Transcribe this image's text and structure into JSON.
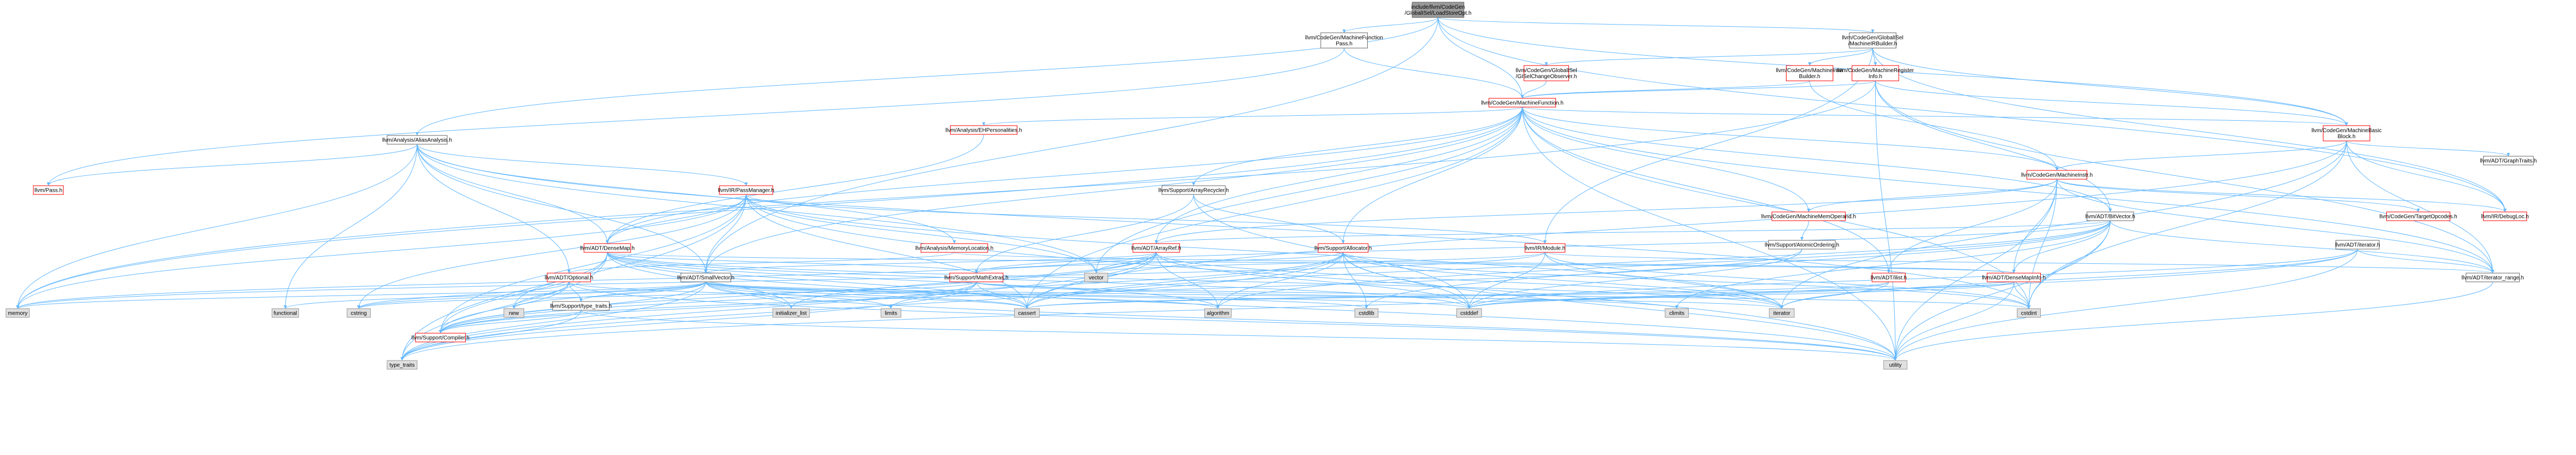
{
  "diagram": {
    "type": "include-dependency-graph",
    "colors": {
      "edge": "#63b8ff",
      "root_fill": "#999999",
      "red_border": "#ff0000",
      "gray_fill": "#e0e0e0",
      "normal_border": "#666666"
    },
    "nodes": [
      {
        "id": "root",
        "lines": [
          "include/llvm/CodeGen",
          "/GlobalISel/LoadStoreOpt.h"
        ],
        "style": "root"
      },
      {
        "id": "mfpass",
        "lines": [
          "llvm/CodeGen/MachineFunction",
          "Pass.h"
        ],
        "style": "normal"
      },
      {
        "id": "mirbuilder_gisel",
        "lines": [
          "llvm/CodeGen/GlobalISel",
          "/MachineIRBuilder.h"
        ],
        "style": "normal"
      },
      {
        "id": "giselchange",
        "lines": [
          "llvm/CodeGen/GlobalISel",
          "/GISelChangeObserver.h"
        ],
        "style": "red"
      },
      {
        "id": "machineinstrbuilder",
        "lines": [
          "llvm/CodeGen/MachineInstr",
          "Builder.h"
        ],
        "style": "red"
      },
      {
        "id": "machinereginfo",
        "lines": [
          "llvm/CodeGen/MachineRegister",
          "Info.h"
        ],
        "style": "red"
      },
      {
        "id": "machinefunction",
        "lines": [
          "llvm/CodeGen/MachineFunction.h"
        ],
        "style": "red"
      },
      {
        "id": "aliasanalysis",
        "lines": [
          "llvm/Analysis/AliasAnalysis.h"
        ],
        "style": "normal"
      },
      {
        "id": "ehpersonalities",
        "lines": [
          "llvm/Analysis/EHPersonalities.h"
        ],
        "style": "red"
      },
      {
        "id": "machinebasicblock",
        "lines": [
          "llvm/CodeGen/MachineBasic",
          "Block.h"
        ],
        "style": "red"
      },
      {
        "id": "graphtraits",
        "lines": [
          "llvm/ADT/GraphTraits.h"
        ],
        "style": "normal"
      },
      {
        "id": "machineinstr",
        "lines": [
          "llvm/CodeGen/MachineInstr.h"
        ],
        "style": "red"
      },
      {
        "id": "pass",
        "lines": [
          "llvm/Pass.h"
        ],
        "style": "red"
      },
      {
        "id": "passmanager",
        "lines": [
          "llvm/IR/PassManager.h"
        ],
        "style": "red"
      },
      {
        "id": "arrayrecycler",
        "lines": [
          "llvm/Support/ArrayRecycler.h"
        ],
        "style": "normal"
      },
      {
        "id": "machinememoperand",
        "lines": [
          "llvm/CodeGen/MachineMemOperand.h"
        ],
        "style": "red"
      },
      {
        "id": "bitvector",
        "lines": [
          "llvm/ADT/BitVector.h"
        ],
        "style": "normal"
      },
      {
        "id": "targetopcodes",
        "lines": [
          "llvm/CodeGen/TargetOpcodes.h"
        ],
        "style": "red"
      },
      {
        "id": "debugloc",
        "lines": [
          "llvm/IR/DebugLoc.h"
        ],
        "style": "red"
      },
      {
        "id": "atomicordering",
        "lines": [
          "llvm/Support/AtomicOrdering.h"
        ],
        "style": "normal"
      },
      {
        "id": "iterator",
        "lines": [
          "llvm/ADT/iterator.h"
        ],
        "style": "normal"
      },
      {
        "id": "densemap",
        "lines": [
          "llvm/ADT/DenseMap.h"
        ],
        "style": "red"
      },
      {
        "id": "memorylocation",
        "lines": [
          "llvm/Analysis/MemoryLocation.h"
        ],
        "style": "red"
      },
      {
        "id": "arrayref",
        "lines": [
          "llvm/ADT/ArrayRef.h"
        ],
        "style": "red"
      },
      {
        "id": "allocator",
        "lines": [
          "llvm/Support/Allocator.h"
        ],
        "style": "red"
      },
      {
        "id": "module",
        "lines": [
          "llvm/IR/Module.h"
        ],
        "style": "red"
      },
      {
        "id": "ilist",
        "lines": [
          "llvm/ADT/ilist.h"
        ],
        "style": "red"
      },
      {
        "id": "densemapinfo",
        "lines": [
          "llvm/ADT/DenseMapInfo.h"
        ],
        "style": "red"
      },
      {
        "id": "iterator_range",
        "lines": [
          "llvm/ADT/iterator_range.h"
        ],
        "style": "normal"
      },
      {
        "id": "optional",
        "lines": [
          "llvm/ADT/Optional.h"
        ],
        "style": "red"
      },
      {
        "id": "smallvector",
        "lines": [
          "llvm/ADT/SmallVector.h"
        ],
        "style": "normal"
      },
      {
        "id": "mathextras",
        "lines": [
          "llvm/Support/MathExtras.h"
        ],
        "style": "red"
      },
      {
        "id": "vector",
        "lines": [
          "vector"
        ],
        "style": "gray"
      },
      {
        "id": "typetraits_support",
        "lines": [
          "llvm/Support/type_traits.h"
        ],
        "style": "normal"
      },
      {
        "id": "compiler",
        "lines": [
          "llvm/Support/Compiler.h"
        ],
        "style": "red"
      },
      {
        "id": "memory",
        "lines": [
          "memory"
        ],
        "style": "gray"
      },
      {
        "id": "functional",
        "lines": [
          "functional"
        ],
        "style": "gray"
      },
      {
        "id": "cstring",
        "lines": [
          "cstring"
        ],
        "style": "gray"
      },
      {
        "id": "new",
        "lines": [
          "new"
        ],
        "style": "gray"
      },
      {
        "id": "initializer_list",
        "lines": [
          "initializer_list"
        ],
        "style": "gray"
      },
      {
        "id": "limits",
        "lines": [
          "limits"
        ],
        "style": "gray"
      },
      {
        "id": "cassert",
        "lines": [
          "cassert"
        ],
        "style": "gray"
      },
      {
        "id": "algorithm",
        "lines": [
          "algorithm"
        ],
        "style": "gray"
      },
      {
        "id": "cstdlib",
        "lines": [
          "cstdlib"
        ],
        "style": "gray"
      },
      {
        "id": "cstddef",
        "lines": [
          "cstddef"
        ],
        "style": "gray"
      },
      {
        "id": "climits",
        "lines": [
          "climits"
        ],
        "style": "gray"
      },
      {
        "id": "iterator_std",
        "lines": [
          "iterator"
        ],
        "style": "gray"
      },
      {
        "id": "cstdint",
        "lines": [
          "cstdint"
        ],
        "style": "gray"
      },
      {
        "id": "type_traits",
        "lines": [
          "type_traits"
        ],
        "style": "gray"
      },
      {
        "id": "utility",
        "lines": [
          "utility"
        ],
        "style": "gray"
      }
    ],
    "edges": [
      [
        "root",
        "mfpass"
      ],
      [
        "root",
        "mirbuilder_gisel"
      ],
      [
        "root",
        "machinefunction"
      ],
      [
        "root",
        "aliasanalysis"
      ],
      [
        "root",
        "smallvector"
      ],
      [
        "root",
        "debugloc"
      ],
      [
        "root",
        "machinebasicblock"
      ],
      [
        "mfpass",
        "machinefunction"
      ],
      [
        "mfpass",
        "pass"
      ],
      [
        "mirbuilder_gisel",
        "giselchange"
      ],
      [
        "mirbuilder_gisel",
        "machineinstrbuilder"
      ],
      [
        "mirbuilder_gisel",
        "machinereginfo"
      ],
      [
        "mirbuilder_gisel",
        "machinebasicblock"
      ],
      [
        "mirbuilder_gisel",
        "module"
      ],
      [
        "mirbuilder_gisel",
        "debugloc"
      ],
      [
        "giselchange",
        "machinefunction"
      ],
      [
        "machineinstrbuilder",
        "machinefunction"
      ],
      [
        "machineinstrbuilder",
        "machineinstr"
      ],
      [
        "machinereginfo",
        "machinefunction"
      ],
      [
        "machinereginfo",
        "machinebasicblock"
      ],
      [
        "machinereginfo",
        "bitvector"
      ],
      [
        "machinereginfo",
        "iterator_range"
      ],
      [
        "machinereginfo",
        "memory"
      ],
      [
        "machinereginfo",
        "utility"
      ],
      [
        "machinefunction",
        "ehpersonalities"
      ],
      [
        "machinefunction",
        "machinebasicblock"
      ],
      [
        "machinefunction",
        "machineinstr"
      ],
      [
        "machinefunction",
        "arrayrecycler"
      ],
      [
        "machinefunction",
        "machinememoperand"
      ],
      [
        "machinefunction",
        "bitvector"
      ],
      [
        "machinefunction",
        "densemap"
      ],
      [
        "machinefunction",
        "arrayref"
      ],
      [
        "machinefunction",
        "allocator"
      ],
      [
        "machinefunction",
        "ilist"
      ],
      [
        "machinefunction",
        "iterator_range"
      ],
      [
        "machinefunction",
        "smallvector"
      ],
      [
        "machinefunction",
        "vector"
      ],
      [
        "machinefunction",
        "cassert"
      ],
      [
        "machinefunction",
        "cstdint"
      ],
      [
        "machinefunction",
        "memory"
      ],
      [
        "machinefunction",
        "utility"
      ],
      [
        "aliasanalysis",
        "pass"
      ],
      [
        "aliasanalysis",
        "passmanager"
      ],
      [
        "aliasanalysis",
        "memorylocation"
      ],
      [
        "aliasanalysis",
        "densemap"
      ],
      [
        "aliasanalysis",
        "optional"
      ],
      [
        "aliasanalysis",
        "smallvector"
      ],
      [
        "aliasanalysis",
        "cstdint"
      ],
      [
        "aliasanalysis",
        "functional"
      ],
      [
        "aliasanalysis",
        "memory"
      ],
      [
        "aliasanalysis",
        "vector"
      ],
      [
        "ehpersonalities",
        "densemap"
      ],
      [
        "machinebasicblock",
        "graphtraits"
      ],
      [
        "machinebasicblock",
        "machineinstr"
      ],
      [
        "machinebasicblock",
        "debugloc"
      ],
      [
        "machinebasicblock",
        "iterator_range"
      ],
      [
        "machinebasicblock",
        "cassert"
      ],
      [
        "machinebasicblock",
        "cstdint"
      ],
      [
        "machinebasicblock",
        "iterator_std"
      ],
      [
        "machinebasicblock",
        "string"
      ],
      [
        "machineinstr",
        "machinememoperand"
      ],
      [
        "machineinstr",
        "targetopcodes"
      ],
      [
        "machineinstr",
        "debugloc"
      ],
      [
        "machineinstr",
        "densemapinfo"
      ],
      [
        "machineinstr",
        "arrayref"
      ],
      [
        "machineinstr",
        "ilist"
      ],
      [
        "machineinstr",
        "iterator_range"
      ],
      [
        "machineinstr",
        "cstdint"
      ],
      [
        "machineinstr",
        "utility"
      ],
      [
        "passmanager",
        "densemap"
      ],
      [
        "passmanager",
        "smallvector"
      ],
      [
        "passmanager",
        "module"
      ],
      [
        "passmanager",
        "compiler"
      ],
      [
        "passmanager",
        "type_traits"
      ],
      [
        "passmanager",
        "cassert"
      ],
      [
        "passmanager",
        "cstring"
      ],
      [
        "passmanager",
        "iterator_std"
      ],
      [
        "passmanager",
        "list"
      ],
      [
        "passmanager",
        "memory"
      ],
      [
        "passmanager",
        "vector"
      ],
      [
        "passmanager",
        "utility"
      ],
      [
        "arrayrecycler",
        "allocator"
      ],
      [
        "arrayrecycler",
        "mathextras"
      ],
      [
        "arrayrecycler",
        "cstddef"
      ],
      [
        "machinememoperand",
        "atomicordering"
      ],
      [
        "atomicordering",
        "compiler"
      ],
      [
        "atomicordering",
        "cstddef"
      ],
      [
        "bitvector",
        "arrayref"
      ],
      [
        "bitvector",
        "densemapinfo"
      ],
      [
        "bitvector",
        "iterator_range"
      ],
      [
        "bitvector",
        "mathextras"
      ],
      [
        "bitvector",
        "algorithm"
      ],
      [
        "bitvector",
        "cassert"
      ],
      [
        "bitvector",
        "climits"
      ],
      [
        "bitvector",
        "cstdint"
      ],
      [
        "bitvector",
        "cstdlib"
      ],
      [
        "bitvector",
        "utility"
      ],
      [
        "iterator",
        "iterator_range"
      ],
      [
        "iterator",
        "cstddef"
      ],
      [
        "iterator",
        "iterator_std"
      ],
      [
        "iterator",
        "type_traits"
      ],
      [
        "iterator",
        "utility"
      ],
      [
        "densemap",
        "densemapinfo"
      ],
      [
        "densemap",
        "mathextras"
      ],
      [
        "densemap",
        "compiler"
      ],
      [
        "densemap",
        "algorithm"
      ],
      [
        "densemap",
        "cassert"
      ],
      [
        "densemap",
        "cstddef"
      ],
      [
        "densemap",
        "initializer_list"
      ],
      [
        "densemap",
        "iterator_std"
      ],
      [
        "densemap",
        "new"
      ],
      [
        "densemap",
        "type_traits"
      ],
      [
        "densemap",
        "utility"
      ],
      [
        "memorylocation",
        "optional"
      ],
      [
        "memorylocation",
        "densemapinfo"
      ],
      [
        "arrayref",
        "smallvector"
      ],
      [
        "arrayref",
        "compiler"
      ],
      [
        "arrayref",
        "algorithm"
      ],
      [
        "arrayref",
        "array"
      ],
      [
        "arrayref",
        "cassert"
      ],
      [
        "arrayref",
        "cstddef"
      ],
      [
        "arrayref",
        "initializer_list"
      ],
      [
        "arrayref",
        "iterator_std"
      ],
      [
        "arrayref",
        "memory"
      ],
      [
        "arrayref",
        "type_traits"
      ],
      [
        "arrayref",
        "vector"
      ],
      [
        "allocator",
        "compiler"
      ],
      [
        "allocator",
        "mathextras"
      ],
      [
        "allocator",
        "algorithm"
      ],
      [
        "allocator",
        "cassert"
      ],
      [
        "allocator",
        "cstddef"
      ],
      [
        "allocator",
        "cstdint"
      ],
      [
        "allocator",
        "cstdlib"
      ],
      [
        "allocator",
        "iterator_std"
      ],
      [
        "allocator",
        "type_traits"
      ],
      [
        "allocator",
        "utility"
      ],
      [
        "module",
        "iterator_range"
      ],
      [
        "module",
        "cstddef"
      ],
      [
        "module",
        "cstdint"
      ],
      [
        "module",
        "iterator_std"
      ],
      [
        "module",
        "memory"
      ],
      [
        "module",
        "vector"
      ],
      [
        "ilist",
        "cassert"
      ],
      [
        "ilist",
        "cstddef"
      ],
      [
        "ilist",
        "iterator_std"
      ],
      [
        "densemapinfo",
        "cassert"
      ],
      [
        "densemapinfo",
        "cstddef"
      ],
      [
        "densemapinfo",
        "cstdint"
      ],
      [
        "densemapinfo",
        "utility"
      ],
      [
        "iterator_range",
        "utility"
      ],
      [
        "optional",
        "compiler"
      ],
      [
        "optional",
        "typetraits_support"
      ],
      [
        "optional",
        "cassert"
      ],
      [
        "optional",
        "cstring"
      ],
      [
        "optional",
        "new"
      ],
      [
        "optional",
        "utility"
      ],
      [
        "smallvector",
        "compiler"
      ],
      [
        "smallvector",
        "typetraits_support"
      ],
      [
        "smallvector",
        "algorithm"
      ],
      [
        "smallvector",
        "cassert"
      ],
      [
        "smallvector",
        "cstddef"
      ],
      [
        "smallvector",
        "cstdlib"
      ],
      [
        "smallvector",
        "cstring"
      ],
      [
        "smallvector",
        "functional"
      ],
      [
        "smallvector",
        "initializer_list"
      ],
      [
        "smallvector",
        "iterator_std"
      ],
      [
        "smallvector",
        "limits"
      ],
      [
        "smallvector",
        "memory"
      ],
      [
        "smallvector",
        "new"
      ],
      [
        "smallvector",
        "type_traits"
      ],
      [
        "smallvector",
        "utility"
      ],
      [
        "mathextras",
        "compiler"
      ],
      [
        "mathextras",
        "cassert"
      ],
      [
        "mathextras",
        "climits"
      ],
      [
        "mathextras",
        "cstdint"
      ],
      [
        "mathextras",
        "cstring"
      ],
      [
        "mathextras",
        "limits"
      ],
      [
        "mathextras",
        "type_traits"
      ],
      [
        "typetraits_support",
        "compiler"
      ],
      [
        "typetraits_support",
        "type_traits"
      ],
      [
        "typetraits_support",
        "utility"
      ]
    ]
  }
}
